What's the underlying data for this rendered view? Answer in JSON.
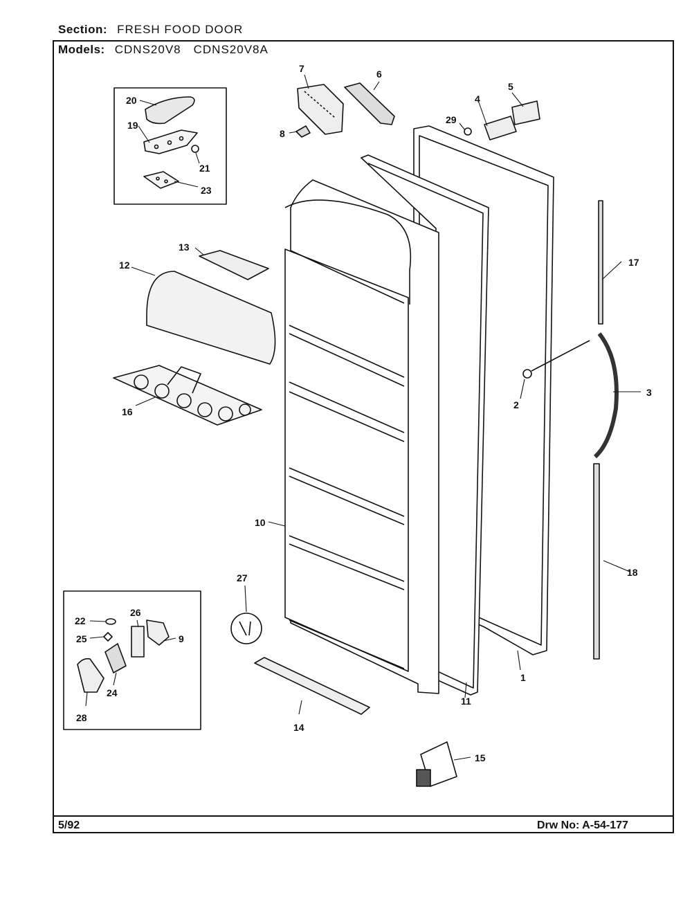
{
  "header": {
    "section_label": "Section:",
    "section_value": "FRESH FOOD DOOR",
    "models_label": "Models:",
    "models": [
      "CDNS20V8",
      "CDNS20V8A"
    ]
  },
  "callouts": [
    "20",
    "19",
    "21",
    "23",
    "7",
    "6",
    "8",
    "29",
    "4",
    "5",
    "13",
    "12",
    "16",
    "17",
    "3",
    "2",
    "10",
    "27",
    "22",
    "26",
    "25",
    "9",
    "24",
    "28",
    "14",
    "11",
    "1",
    "18",
    "15"
  ],
  "footer": {
    "date": "5/92",
    "drawing_number": "Drw No: A-54-177"
  }
}
